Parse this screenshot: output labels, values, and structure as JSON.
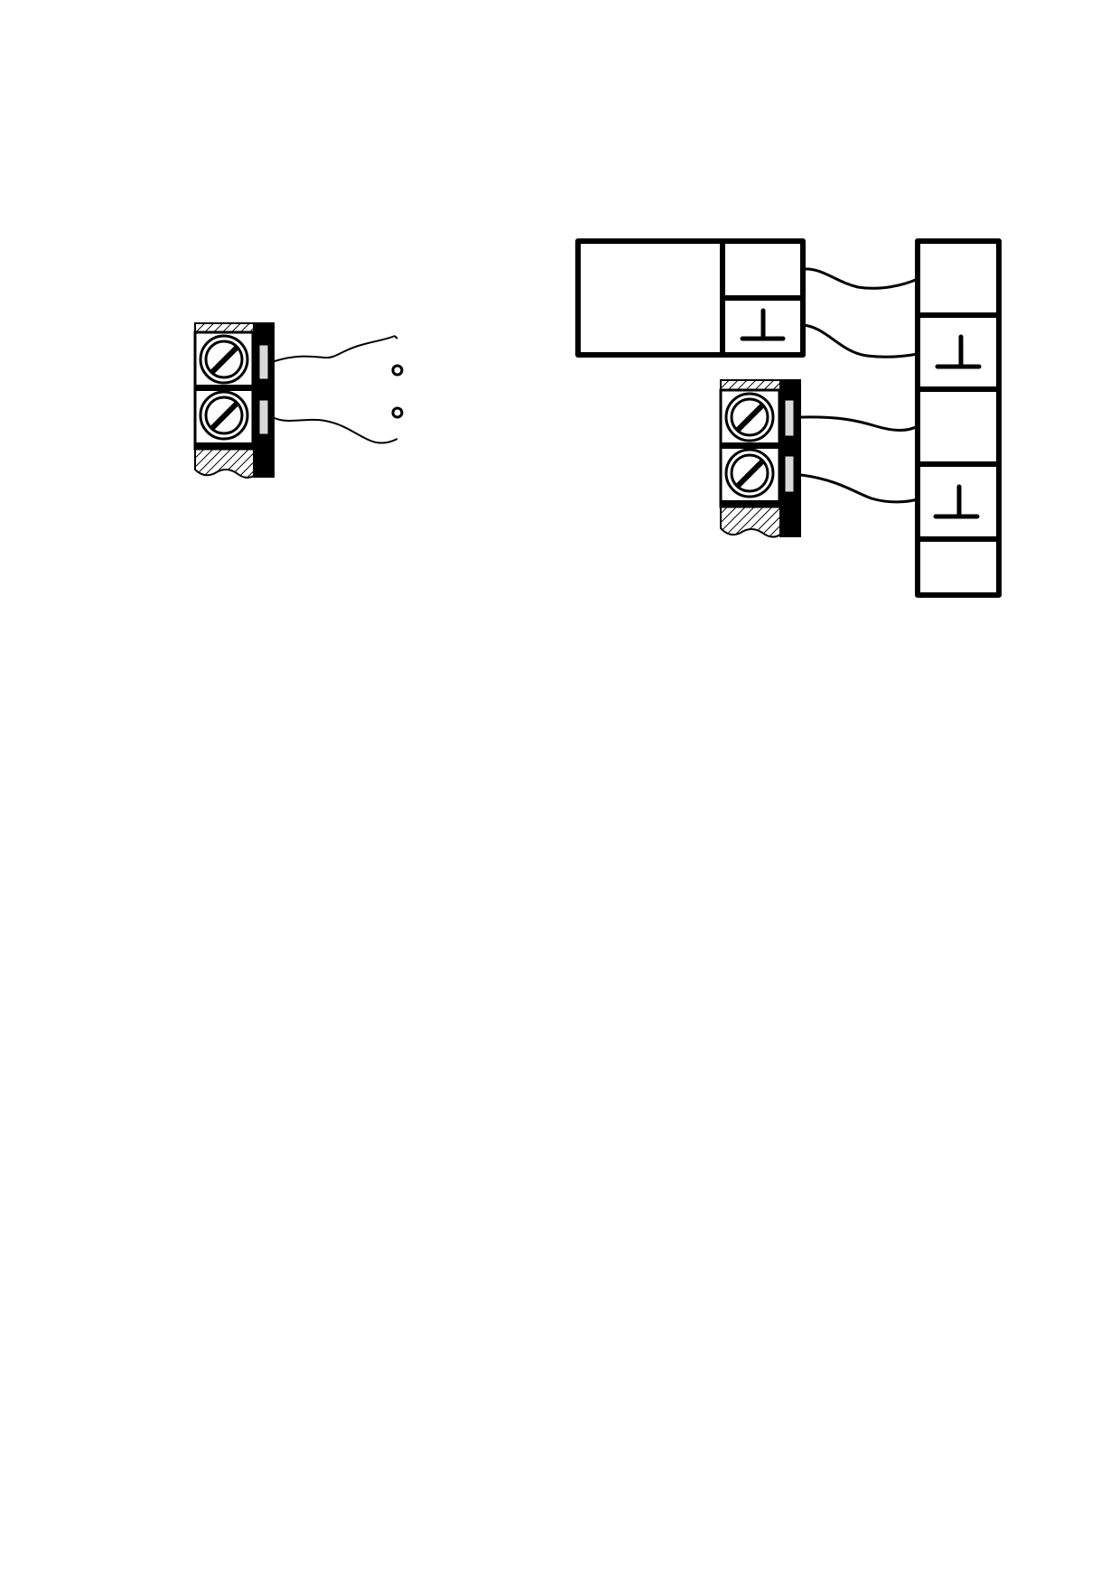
{
  "diagram": {
    "left_group": {
      "terminals": [
        {
          "id": "left-terminal-1",
          "wire_end": "open-contact-upper"
        },
        {
          "id": "left-terminal-2",
          "wire_end": "open-contact-lower"
        }
      ],
      "open_contacts": 2
    },
    "right_group": {
      "device_cells": [
        {
          "id": "device-cell-top",
          "symbol": "none"
        },
        {
          "id": "device-cell-bottom",
          "symbol": "ground"
        }
      ],
      "terminals": [
        {
          "id": "right-terminal-1"
        },
        {
          "id": "right-terminal-2"
        }
      ],
      "strip_cells": [
        {
          "id": "strip-cell-1",
          "symbol": "none"
        },
        {
          "id": "strip-cell-2",
          "symbol": "ground"
        },
        {
          "id": "strip-cell-3",
          "symbol": "none"
        },
        {
          "id": "strip-cell-4",
          "symbol": "ground"
        },
        {
          "id": "strip-cell-5",
          "symbol": "none"
        }
      ]
    },
    "colors": {
      "ink": "#000000",
      "paper": "#ffffff",
      "contact_strip": "#d9d9d9"
    }
  }
}
